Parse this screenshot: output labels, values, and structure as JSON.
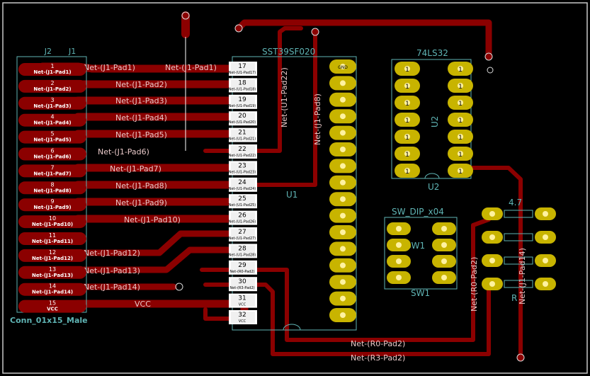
{
  "j2": {
    "ref": "J2",
    "ref2": "J1",
    "value": "Conn_01x15_Male",
    "pads": [
      {
        "num": "1",
        "net": "Net-(J1-Pad1)"
      },
      {
        "num": "2",
        "net": "Net-(J1-Pad2)"
      },
      {
        "num": "3",
        "net": "Net-(J1-Pad3)"
      },
      {
        "num": "4",
        "net": "Net-(J1-Pad4)"
      },
      {
        "num": "5",
        "net": "Net-(J1-Pad5)"
      },
      {
        "num": "6",
        "net": "Net-(J1-Pad6)"
      },
      {
        "num": "7",
        "net": "Net-(J1-Pad7)"
      },
      {
        "num": "8",
        "net": "Net-(J1-Pad8)"
      },
      {
        "num": "9",
        "net": "Net-(J1-Pad9)"
      },
      {
        "num": "10",
        "net": "Net-(J1-Pad10)"
      },
      {
        "num": "11",
        "net": "Net-(J1-Pad11)"
      },
      {
        "num": "12",
        "net": "Net-(J1-Pad12)"
      },
      {
        "num": "13",
        "net": "Net-(J1-Pad13)"
      },
      {
        "num": "14",
        "net": "Net-(J1-Pad14)"
      },
      {
        "num": "15",
        "net": "VCC"
      }
    ]
  },
  "track_labels": [
    "Net-(J1-Pad1)",
    "Net-(J1-Pad1)",
    "Net-(J1-Pad2)",
    "Net-(J1-Pad3)",
    "Net-(J1-Pad4)",
    "Net-(J1-Pad5)",
    "Net-(J1-Pad6)",
    "Net-(J1-Pad7)",
    "Net-(J1-Pad8)",
    "Net-(J1-Pad9)",
    "Net-(J1-Pad10)",
    "Net-(J1-Pad12)",
    "Net-(J1-Pad13)",
    "Net-(J1-Pad14)",
    "VCC",
    "Net-(U1-Pad22)",
    "Net-(J1-Pad8)",
    "Net-(R0-Pad2)",
    "Net-(J1-Pad14)",
    "Net-(R0-Pad2)",
    "Net-(R3-Pad2)"
  ],
  "u1": {
    "ref": "U1",
    "value": "SST39SF020",
    "pads": [
      {
        "num": "17",
        "net": "Net-(U1-Pad17)"
      },
      {
        "num": "18",
        "net": "Net-(U1-Pad18)"
      },
      {
        "num": "19",
        "net": "Net-(U1-Pad19)"
      },
      {
        "num": "20",
        "net": "Net-(U1-Pad20)"
      },
      {
        "num": "21",
        "net": "Net-(U1-Pad21)"
      },
      {
        "num": "22",
        "net": "Net-(U1-Pad22)"
      },
      {
        "num": "23",
        "net": "Net-(U1-Pad23)"
      },
      {
        "num": "24",
        "net": "Net-(U1-Pad24)"
      },
      {
        "num": "25",
        "net": "Net-(U1-Pad25)"
      },
      {
        "num": "26",
        "net": "Net-(U1-Pad26)"
      },
      {
        "num": "27",
        "net": "Net-(U1-Pad27)"
      },
      {
        "num": "28",
        "net": "Net-(U1-Pad28)"
      },
      {
        "num": "29",
        "net": "Net-(R0-Pad2)"
      },
      {
        "num": "30",
        "net": "Net-(R3-Pad2)"
      },
      {
        "num": "31",
        "net": "VCC"
      },
      {
        "num": "32",
        "net": "VCC"
      }
    ],
    "right_pads": [
      "GND",
      "",
      "",
      "",
      "",
      "",
      "",
      "",
      "",
      "",
      "",
      "",
      "",
      "",
      "",
      ""
    ]
  },
  "u2": {
    "ref": "U2",
    "value": "74LS32",
    "left_pads": [
      "1",
      "1",
      "1",
      "1",
      "1",
      "1",
      "1"
    ],
    "right_pads": [
      "1",
      "1",
      "1",
      "1",
      "1",
      "1",
      "1"
    ]
  },
  "sw1": {
    "ref": "SW1",
    "value": "SW_DIP_x04"
  },
  "rn": {
    "ref": "R",
    "value": "4.7"
  },
  "colors": {
    "background": "#000000",
    "copper": "#8b0000",
    "pad": "#c8b400",
    "silk": "#5fb4b4",
    "fab": "#a0c0c0",
    "board_edge": "#c8c8c8"
  }
}
